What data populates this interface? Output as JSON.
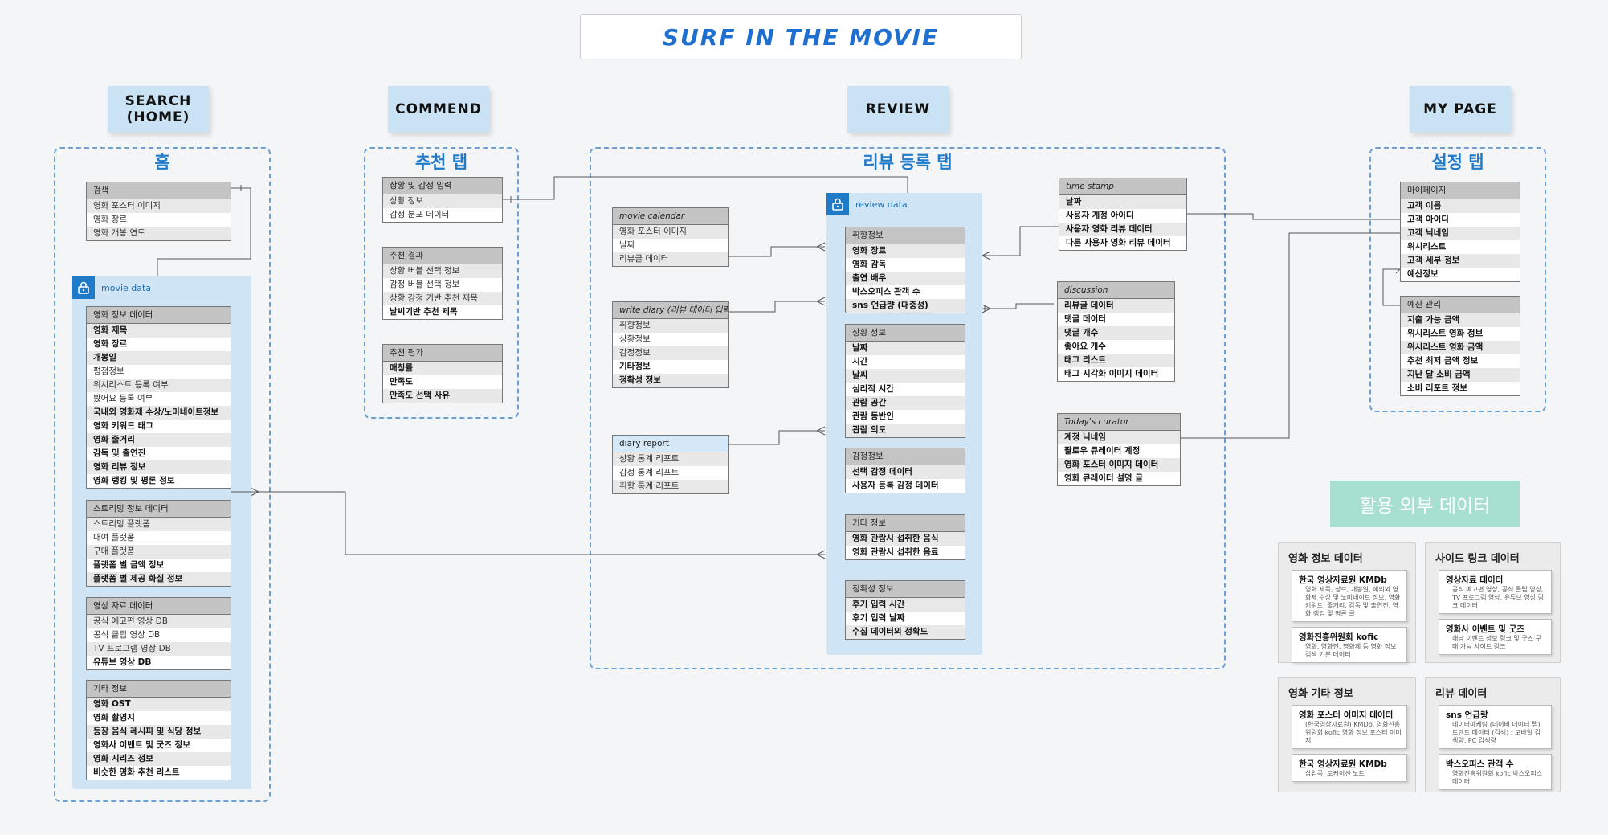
{
  "title": "SURF IN THE MOVIE",
  "headers": {
    "search": "SEARCH\n(HOME)",
    "commend": "COMMEND",
    "review": "REVIEW",
    "mypage": "MY PAGE"
  },
  "groups": {
    "home": "홈",
    "recommend": "추천 탭",
    "review": "리뷰 등록 탭",
    "settings": "설정 탭"
  },
  "panels": {
    "movie_data": "movie data",
    "review_data": "review data"
  },
  "tables": {
    "search": {
      "title": "검색",
      "rows": [
        "영화 포스터 이미지",
        "영화 장르",
        "영화 개봉 연도"
      ]
    },
    "movie_info": {
      "title": "영화 정보 데이터",
      "rows": [
        "영화 제목",
        "영화 장르",
        "개봉일",
        "평점정보",
        "위시리스트 등록 여부",
        "봤어요 등록 여부",
        "국내외 영화제 수상/노미네이트정보",
        "영화 키워드 태그",
        "영화 줄거리",
        "감독 및 출연진",
        "영화 리뷰 정보",
        "영화 랭킹 및 평론 정보"
      ]
    },
    "streaming": {
      "title": "스트리밍 정보 데이터",
      "rows": [
        "스트리밍 플랫폼",
        "대여 플랫폼",
        "구매 플랫폼",
        "플랫폼 별 금액 정보",
        "플랫폼 별 제공 화질 정보"
      ]
    },
    "video": {
      "title": "영상 자료 데이터",
      "rows": [
        "공식 예고편 영상 DB",
        "공식 클립 영상 DB",
        "TV 프로그램 영상 DB",
        "유튜브 영상 DB"
      ]
    },
    "etc": {
      "title": "기타 정보",
      "rows": [
        "영화 OST",
        "영화 촬영지",
        "등장 음식 레시피 및 식당 정보",
        "영화사 이벤트 및 굿즈 정보",
        "영화 시리즈 정보",
        "비슷한 영화 추천 리스트"
      ]
    },
    "situation_input": {
      "title": "상황 및 감정 입력",
      "rows": [
        "상황 정보",
        "감정 분포 데이터"
      ]
    },
    "rec_result": {
      "title": "추천 결과",
      "rows": [
        "상황 버블 선택 정보",
        "감정 버블 선택 정보",
        "상황 감정 기반 추천 제목",
        "날씨기반 추천 제목"
      ]
    },
    "rec_eval": {
      "title": "추천 평가",
      "rows": [
        "매칭률",
        "만족도",
        "만족도 선택 사유"
      ]
    },
    "movie_calendar": {
      "title": "movie calendar",
      "rows": [
        "영화 포스터 이미지",
        "날짜",
        "리뷰글 데이터"
      ]
    },
    "write_diary": {
      "title": "write diary (리뷰 데이터 입력)",
      "rows": [
        "취향정보",
        "상황정보",
        "감정정보",
        "기타정보",
        "정확성 정보"
      ]
    },
    "diary_report": {
      "title": "diary report",
      "rows": [
        "상황 통계 리포트",
        "감정 통계 리포트",
        "취향 통계 리포트"
      ]
    },
    "taste": {
      "title": "취향정보",
      "rows": [
        "영화 장르",
        "영화 감독",
        "출연 배우",
        "박스오피스 관객 수",
        "sns 언급량 (대중성)"
      ]
    },
    "situation": {
      "title": "상황 정보",
      "rows": [
        "날짜",
        "시간",
        "날씨",
        "심리적 시간",
        "관람 공간",
        "관람 동반인",
        "관람 의도"
      ]
    },
    "emotion": {
      "title": "감정정보",
      "rows": [
        "선택 감정 데이터",
        "사용자 등록 감정 데이터"
      ]
    },
    "etc_info": {
      "title": "기타 정보",
      "rows": [
        "영화 관람시 섭취한 음식",
        "영화 관람시 섭취한 음료"
      ]
    },
    "accuracy": {
      "title": "정확성 정보",
      "rows": [
        "후기 입력 시간",
        "후기 입력 날짜",
        "수집 데이터의 정확도"
      ]
    },
    "time_stamp": {
      "title": "time stamp",
      "rows": [
        "날짜",
        "사용자 계정 아이디",
        "사용자 영화 리뷰 데이터",
        "다른 사용자 영화 리뷰 데이터"
      ]
    },
    "discussion": {
      "title": "discussion",
      "rows": [
        "리뷰글 데이터",
        "댓글 데이터",
        "댓글 개수",
        "좋아요 개수",
        "태그 리스트",
        "태그 시각화 이미지 데이터"
      ]
    },
    "curator": {
      "title": "Today's curator",
      "rows": [
        "계정 닉네임",
        "팔로우 큐레이터 계정",
        "영화 포스터 이미지 데이터",
        "영화 큐레이터 설명 글"
      ]
    },
    "mypage": {
      "title": "마이페이지",
      "rows": [
        "고객 이름",
        "고객 아이디",
        "고객 닉네임",
        "위시리스트",
        "고객 세부 정보",
        "예산정보"
      ]
    },
    "budget": {
      "title": "예산 관리",
      "rows": [
        "지출 가능 금액",
        "위시리스트 영화 정보",
        "위시리스트 영화 금액",
        "추천 최저 금액 정보",
        "지난 달 소비 금액",
        "소비 리포트 정보"
      ]
    }
  },
  "external": {
    "title": "활용 외부 데이터",
    "boxes": [
      {
        "title": "영화 정보 데이터",
        "cards": [
          {
            "name": "한국 영상자료원 KMDb",
            "desc": "영화 제목, 장르, 개봉일, 해외외 영화제 수상 및 노미네이트 정보, 영화 키워드, 줄거리, 감독 및 출연진, 영화 랭킹 및 평론 글"
          },
          {
            "name": "영화진흥위원회 kofic",
            "desc": "영화, 영화인, 영화제 등 영화 정보 검색 기본 데이터"
          }
        ]
      },
      {
        "title": "사이드 링크 데이터",
        "cards": [
          {
            "name": "영상자료 데이터",
            "desc": "공식 예고편 영상, 공식 클립 영상, TV 프로그램 영상, 유튜브 영상 링크 데이터"
          },
          {
            "name": "영화사 이벤트 및 굿즈",
            "desc": "해당 이벤트 정보 링크 및 굿즈 구매 가능 사이트 링크"
          }
        ]
      },
      {
        "title": "영화 기타 정보",
        "cards": [
          {
            "name": "영화 포스터 이미지 데이터",
            "desc": "(한국영상자료원) KMDb, 영화진흥위원회 kofic 영화 정보 포스터 이미지"
          },
          {
            "name": "한국 영상자료원 KMDb",
            "desc": "삽입곡, 로케이션 노트"
          }
        ]
      },
      {
        "title": "리뷰 데이터",
        "cards": [
          {
            "name": "sns 언급량",
            "desc": "데이터마케팅 (네이버 데이터 랩) 트렌드 데이터 (검색) : 모바일 검색량, PC 검색량"
          },
          {
            "name": "박스오피스 관객 수",
            "desc": "영화진흥위원회 kofic 박스오피스 데이터"
          }
        ]
      }
    ]
  }
}
